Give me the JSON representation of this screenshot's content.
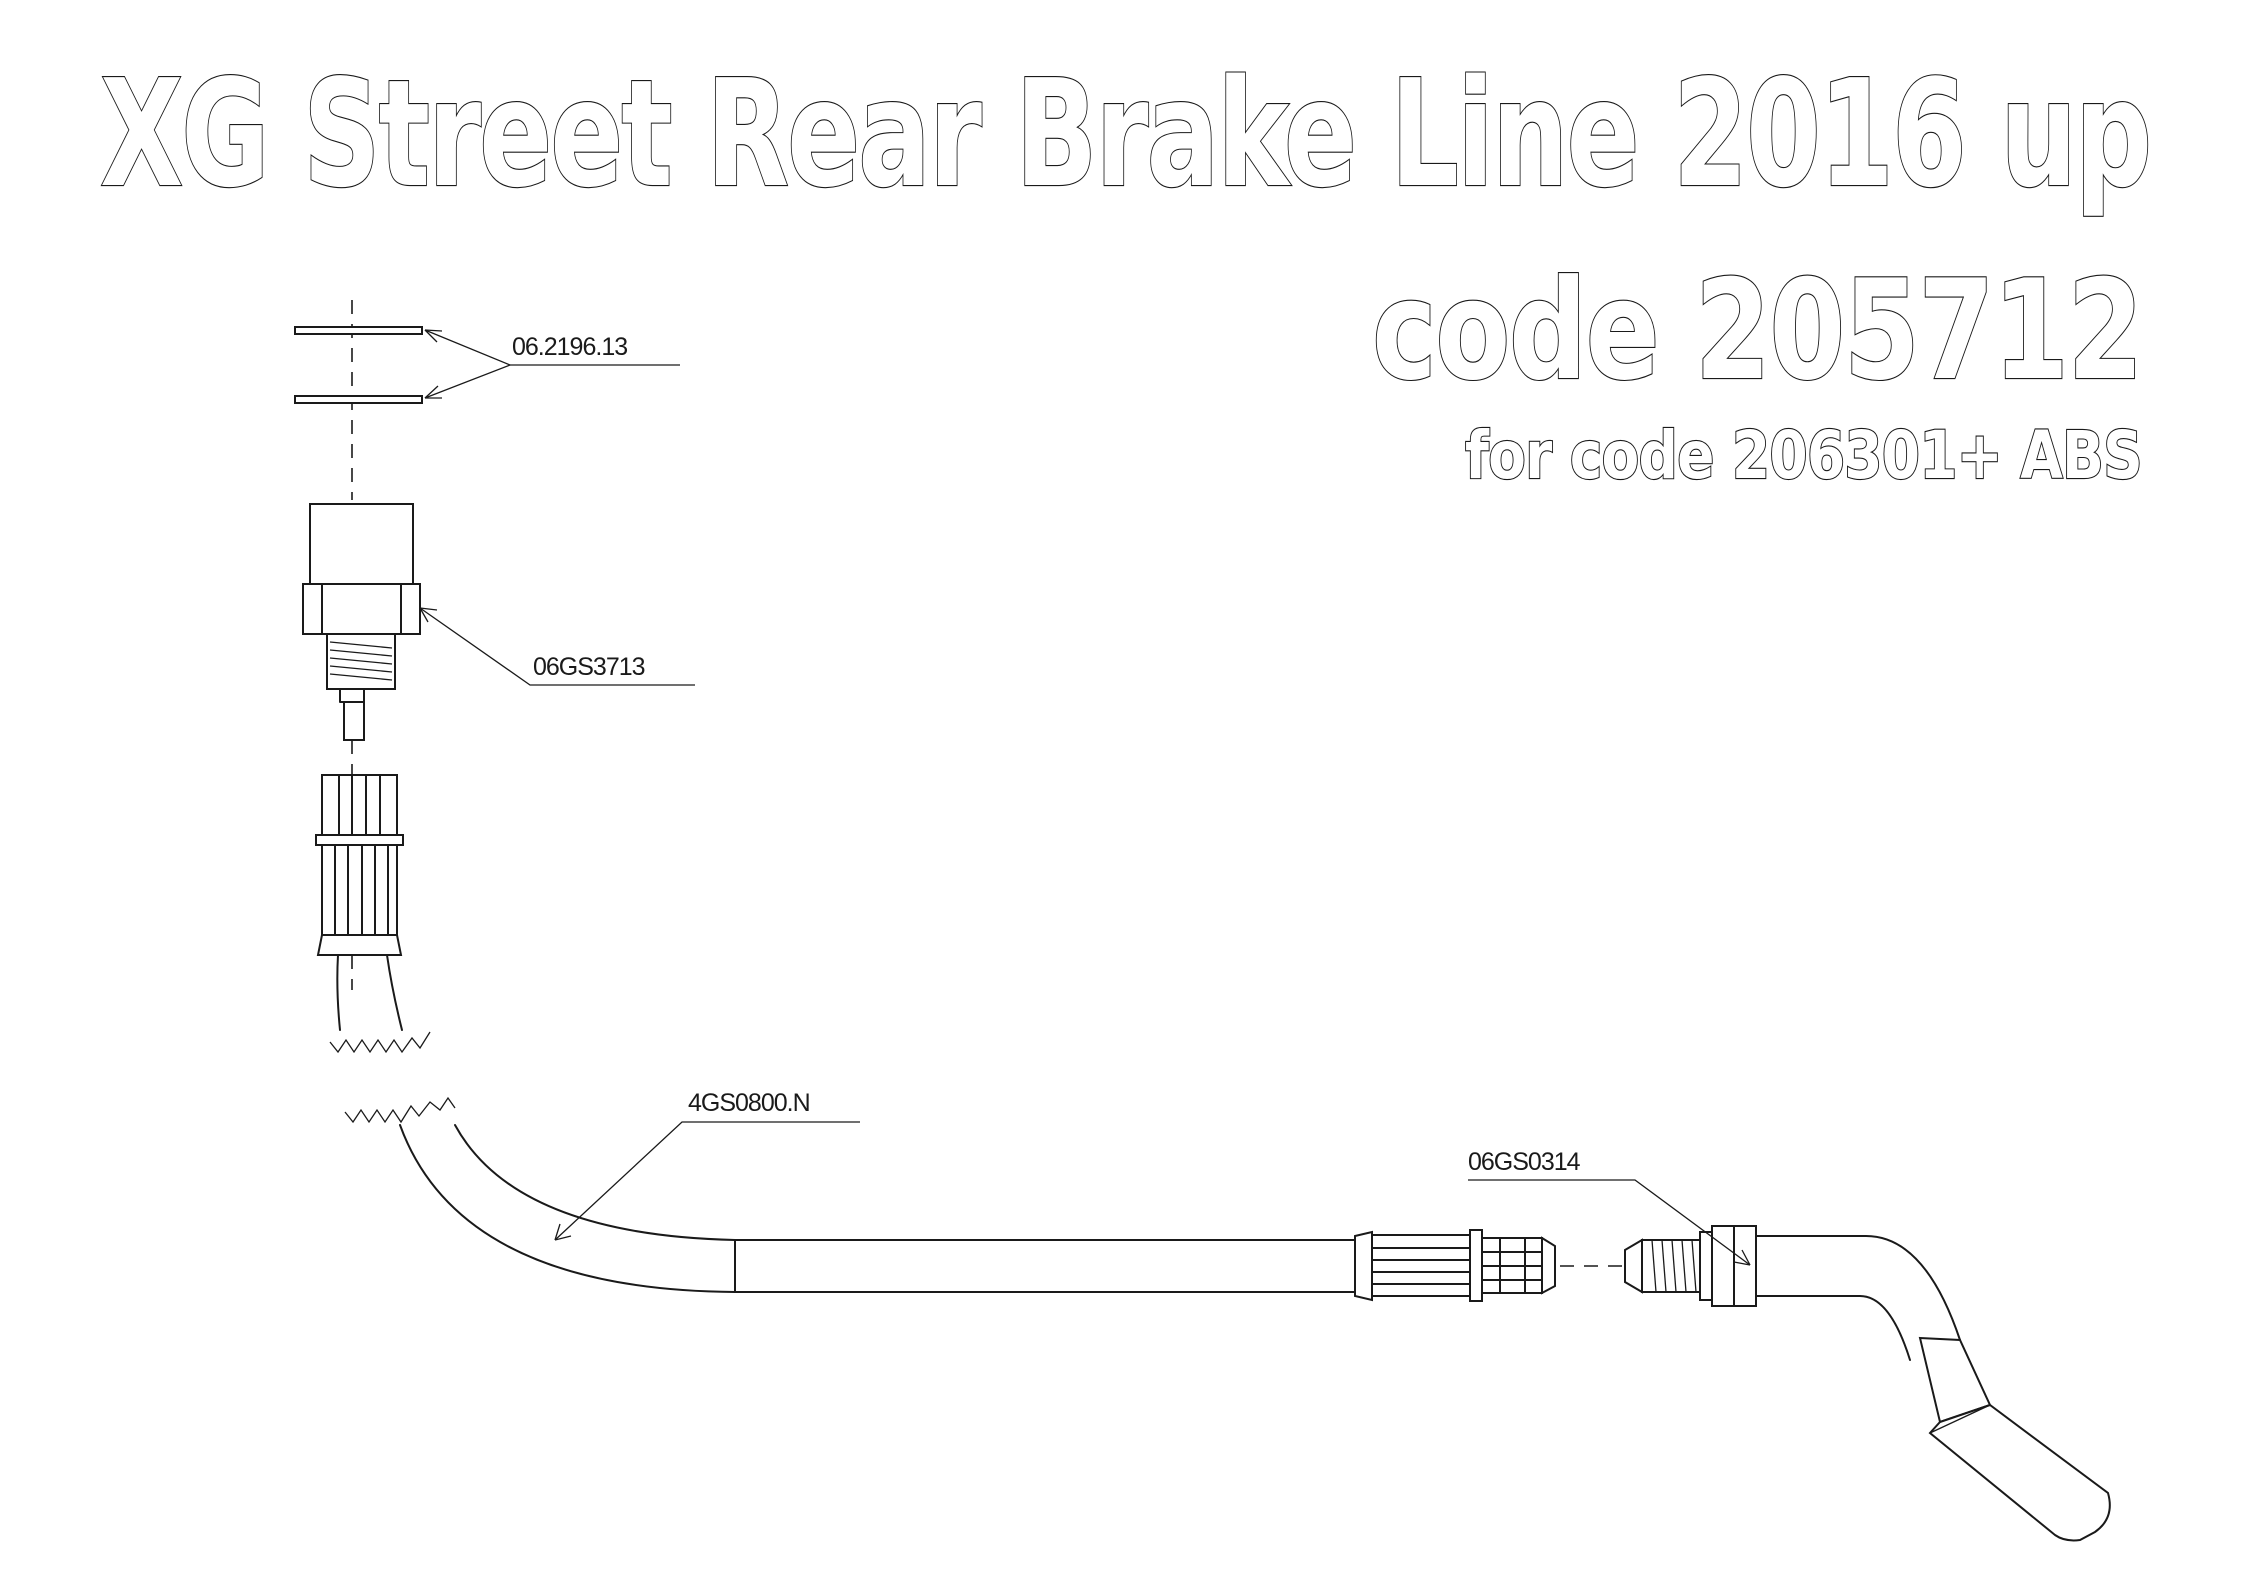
{
  "header": {
    "title": "XG Street Rear Brake Line 2016 up",
    "code_line": "code 205712",
    "for_line": "for code 206301+ ABS"
  },
  "parts": {
    "washers": "06.2196.13",
    "banjo_bolt": "06GS3713",
    "hose": "4GS0800.N",
    "end_fitting": "06GS0314"
  },
  "colors": {
    "ink": "#1a1a1a",
    "background": "#ffffff"
  }
}
